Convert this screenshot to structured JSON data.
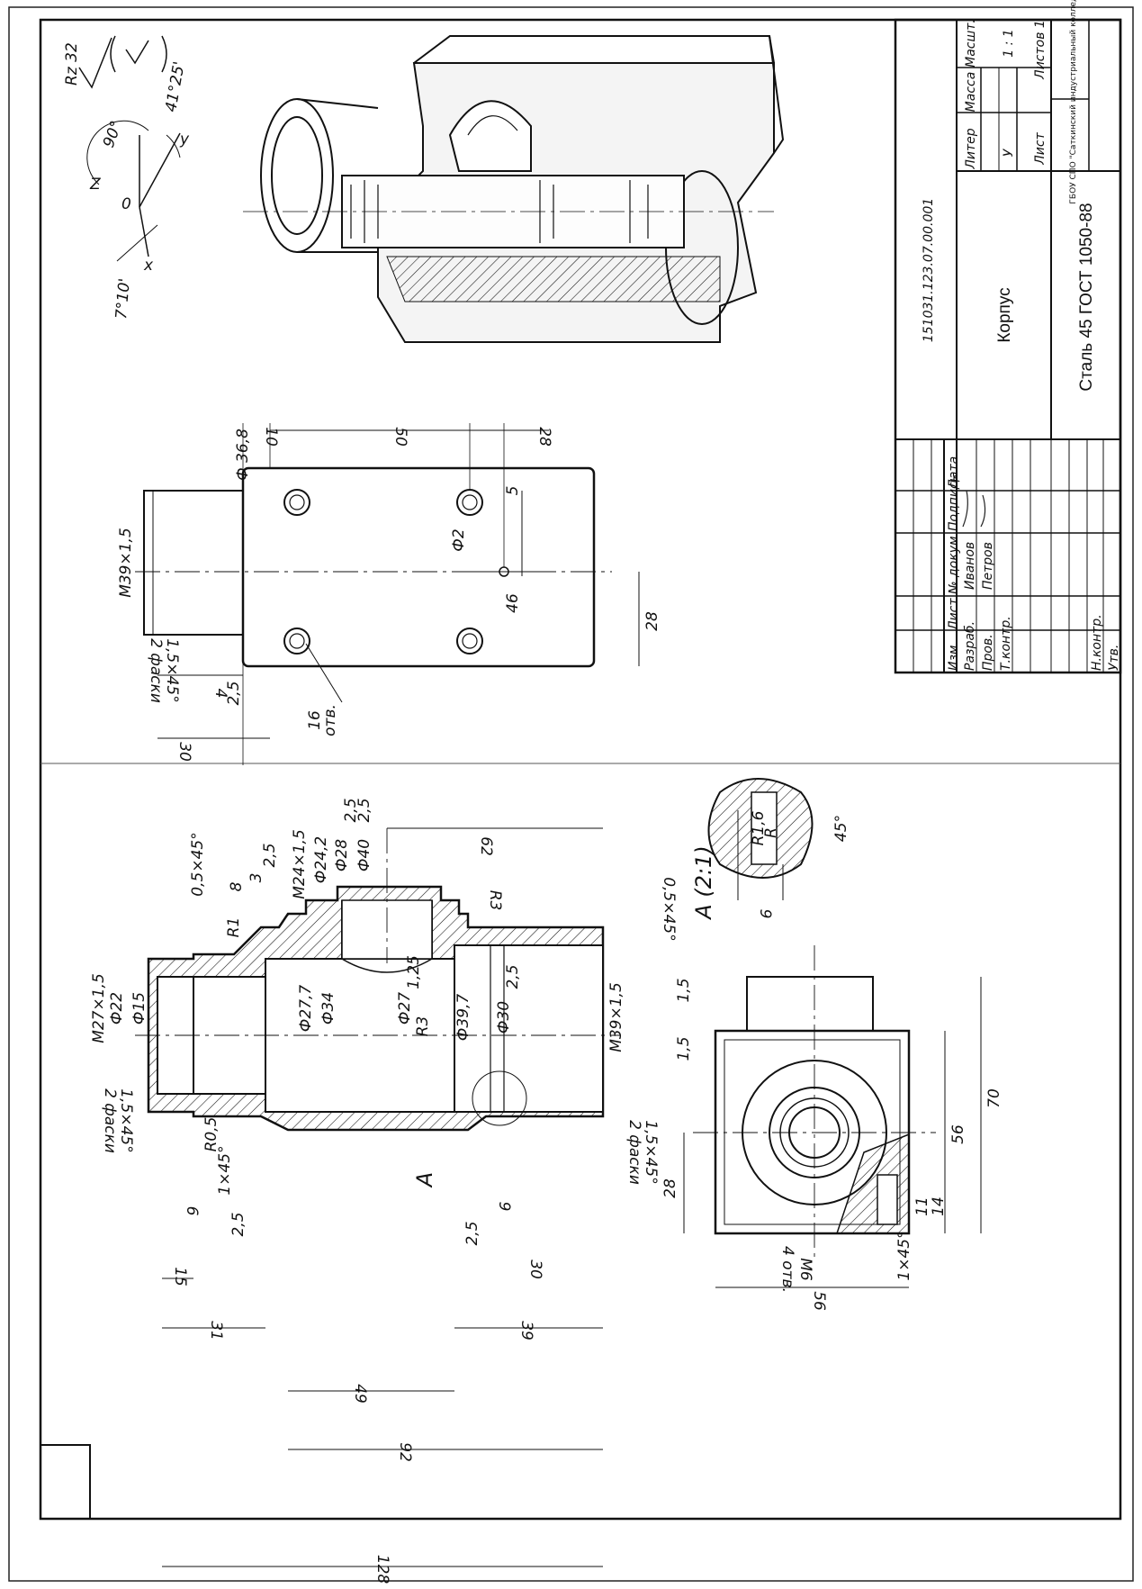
{
  "title_block": {
    "designation": "151031.123.07.00.001",
    "part_name": "Корпус",
    "material": "Сталь 45 ГОСТ 1050-88",
    "col_liter": "Литер",
    "col_mass": "Масса",
    "col_scale": "Масшт.",
    "liter_value": "У",
    "scale_value": "1 : 1",
    "sheet_label": "Лист",
    "sheets_label": "Листов 1",
    "organization": "ГБОУ СПО \"Саткинский индустриальный колледж\"",
    "row_header": [
      "Изм",
      "Лист",
      "№ докум.",
      "Подпись",
      "Дата"
    ],
    "roles": [
      "Разраб.",
      "Пров.",
      "Т.контр.",
      "Н.контр.",
      "Утв."
    ],
    "names": [
      "Иванов",
      "Петров"
    ]
  },
  "roughness_mark": "Rz 32",
  "axonometry": {
    "axis_z": "Z",
    "axis_y": "y",
    "axis_x": "x",
    "origin": "0",
    "angle_top": "90°",
    "angle_right": "41°25'",
    "angle_left": "7°10'"
  },
  "top_view": [
    "M39×1,5",
    "Ф 36,8",
    "10",
    "50",
    "28",
    "5",
    "Ф2",
    "46",
    "28",
    "2 фаски",
    "1,5×45°",
    "4",
    "2,5",
    "30",
    "16",
    "отв."
  ],
  "section": [
    "0,5×45°",
    "8",
    "3",
    "2,5",
    "R1",
    "M27×1,5",
    "Ф22",
    "Ф15",
    "Ф27,7",
    "Ф34",
    "Ф27",
    "R3",
    "Ф39,7",
    "Ф30",
    "M39×1,5",
    "1,25",
    "2,5",
    "M24×1,5",
    "Ф24,2",
    "Ф28",
    "Ф40",
    "2,5",
    "2,5",
    "62",
    "R3",
    "2 фаски",
    "1,5×45°",
    "R0,5",
    "1×45°",
    "2,5",
    "6",
    "15",
    "31",
    "49",
    "92",
    "128",
    "A",
    "2,5",
    "9",
    "30",
    "39",
    "2 фаски",
    "1,5×45°"
  ],
  "detail_view": [
    "A (2:1)",
    "R1,6",
    "R",
    "45°",
    "0,5×45°",
    "9"
  ],
  "end_view": [
    "1,5",
    "1,5",
    "28",
    "56",
    "70",
    "11",
    "14",
    "1×45°",
    "M6",
    "4 отв.",
    "56"
  ]
}
